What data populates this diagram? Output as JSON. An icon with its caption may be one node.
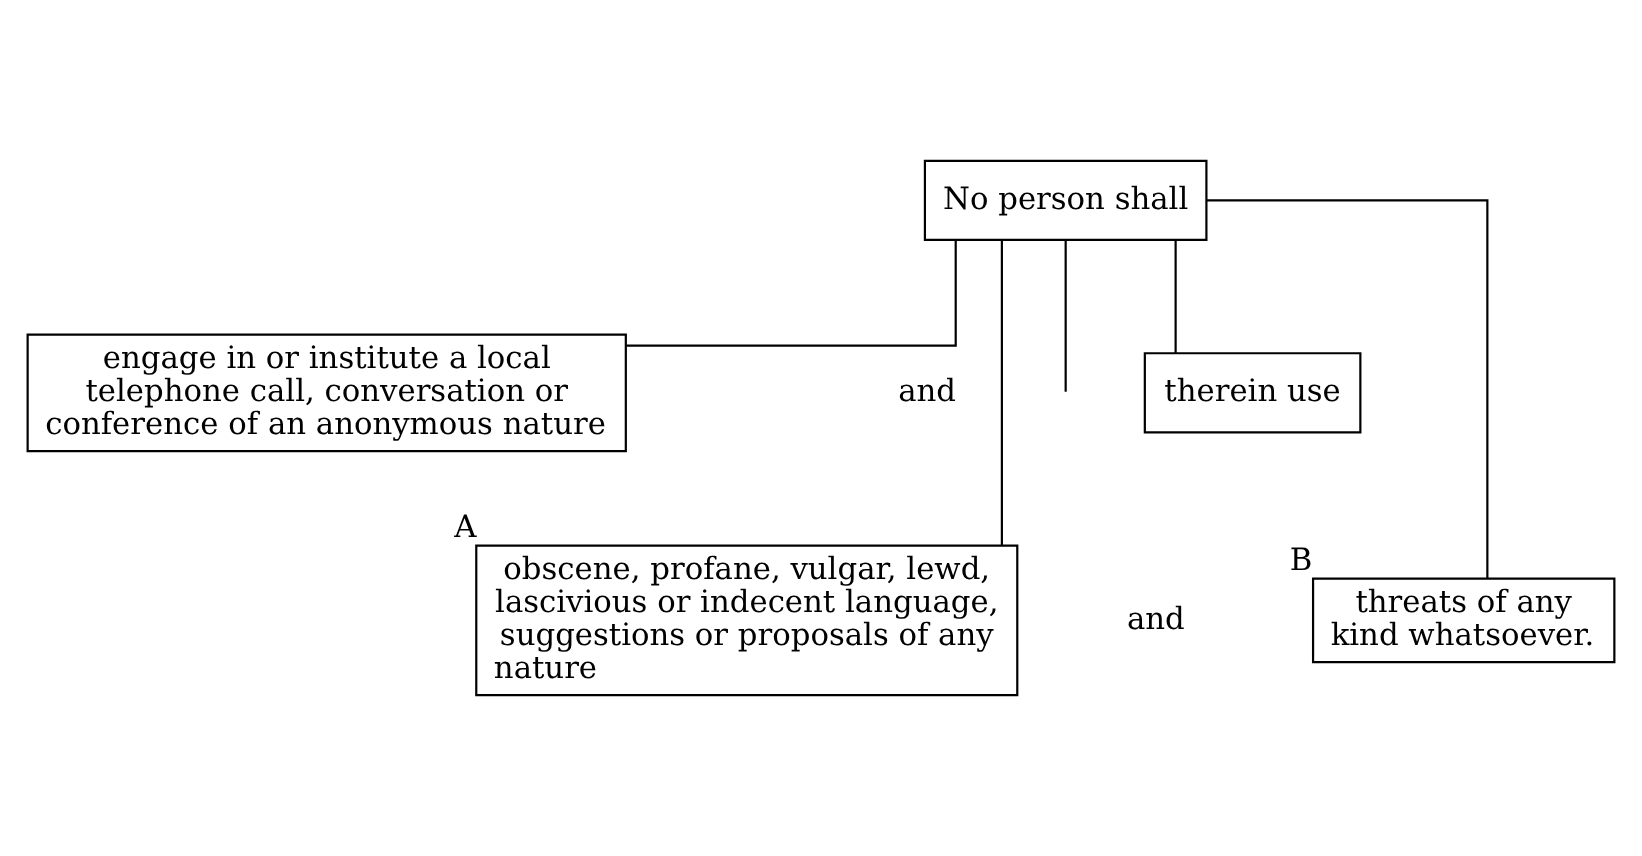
{
  "diagram": {
    "nodes": [
      {
        "text": [
          "No person shall"
        ]
      },
      {
        "text": [
          "engage in or institute a local telephone call, conversation or conference of an anonymous nature"
        ]
      },
      {
        "text": [
          "therein use"
        ]
      },
      {
        "text": [
          "obscene, profane, vulgar, lewd, lascivious or indecent language, suggestions or proposals of any nature"
        ],
        "beside": [
          "A"
        ]
      },
      {
        "text": [
          "threats of any kind whatsoever."
        ],
        "beside": [
          "B"
        ]
      }
    ],
    "edges": [
      {
        "from": 0,
        "to": 1,
        "arrow": "none"
      },
      {
        "from": 0,
        "to": 2,
        "arrow": "none"
      },
      {
        "from": 0,
        "to": 3,
        "arrow": "none"
      },
      {
        "from": 0,
        "to": 4,
        "arrow": "none"
      },
      {
        "from": 0,
        "to": null,
        "arrow": "none"
      }
    ],
    "labels": [
      "and",
      "and"
    ]
  }
}
